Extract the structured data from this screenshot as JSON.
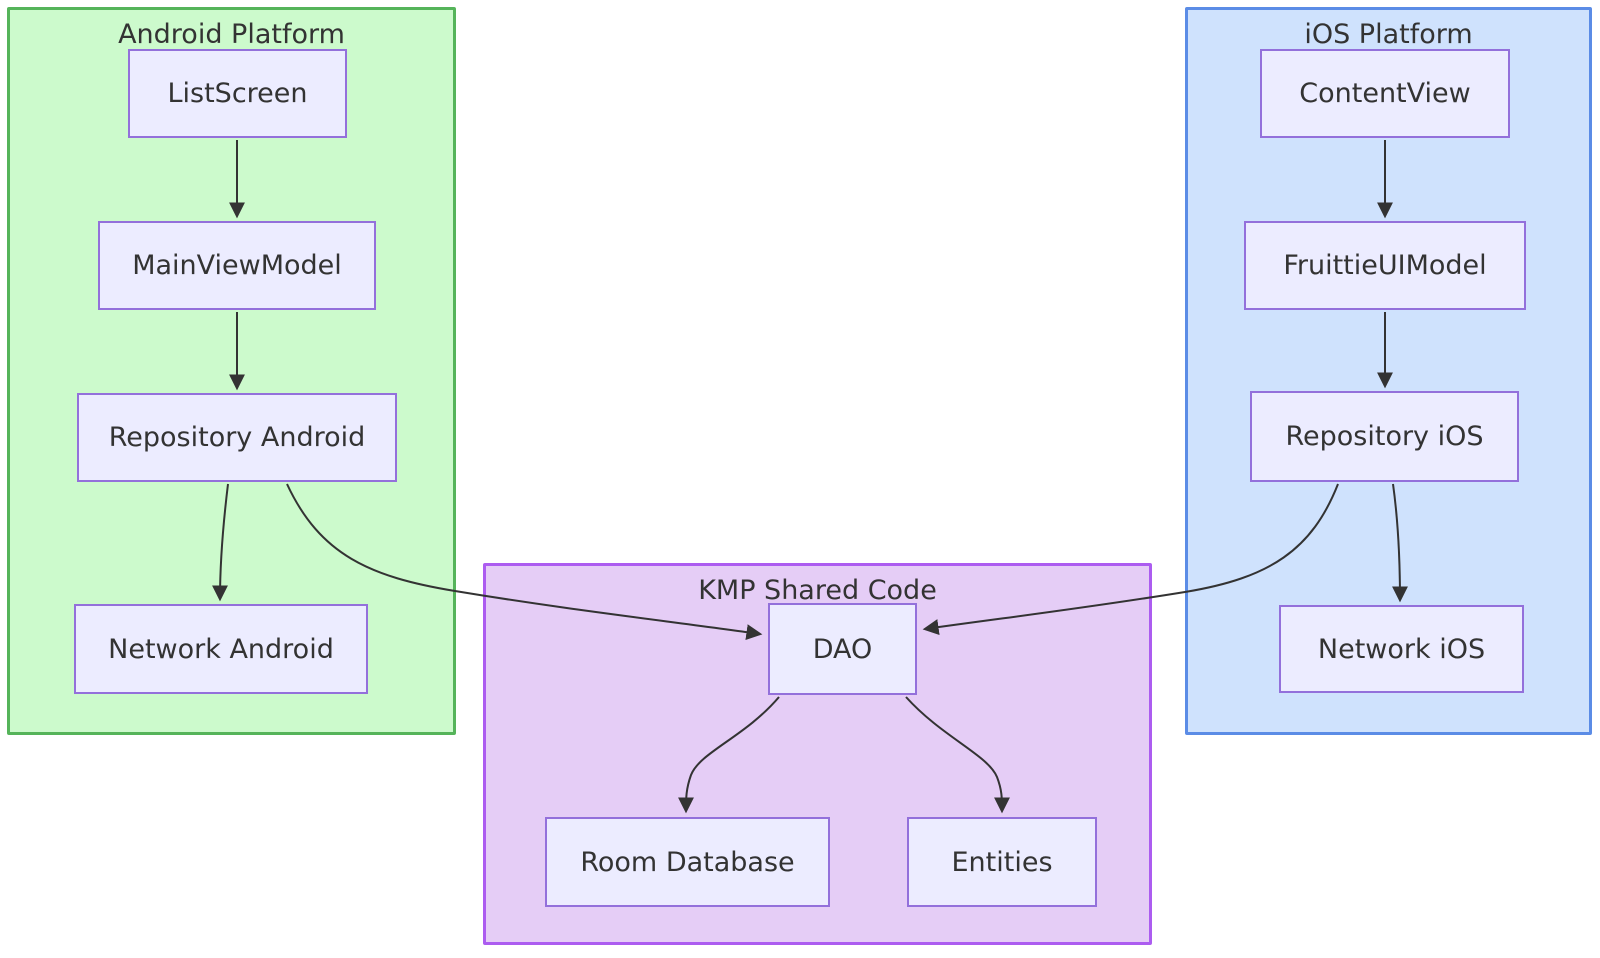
{
  "diagram": {
    "type": "flowchart",
    "groups": [
      {
        "id": "android",
        "title": "Android Platform",
        "fill": "#ccfacc",
        "stroke": "#55b45a",
        "nodes": [
          {
            "id": "listscreen",
            "label": "ListScreen"
          },
          {
            "id": "mainviewmodel",
            "label": "MainViewModel"
          },
          {
            "id": "repository-android",
            "label": "Repository Android"
          },
          {
            "id": "network-android",
            "label": "Network Android"
          }
        ]
      },
      {
        "id": "ios",
        "title": "iOS Platform",
        "fill": "#cfe2fd",
        "stroke": "#5b8ce6",
        "nodes": [
          {
            "id": "contentview",
            "label": "ContentView"
          },
          {
            "id": "fruittieuimodel",
            "label": "FruittieUIModel"
          },
          {
            "id": "repository-ios",
            "label": "Repository iOS"
          },
          {
            "id": "network-ios",
            "label": "Network iOS"
          }
        ]
      },
      {
        "id": "kmp",
        "title": "KMP Shared Code",
        "fill": "#e5cdf6",
        "stroke": "#ac5cf0",
        "nodes": [
          {
            "id": "dao",
            "label": "DAO"
          },
          {
            "id": "room-database",
            "label": "Room Database"
          },
          {
            "id": "entities",
            "label": "Entities"
          }
        ]
      }
    ],
    "edges": [
      {
        "from": "ListScreen",
        "to": "MainViewModel"
      },
      {
        "from": "MainViewModel",
        "to": "Repository Android"
      },
      {
        "from": "Repository Android",
        "to": "Network Android"
      },
      {
        "from": "Repository Android",
        "to": "DAO"
      },
      {
        "from": "ContentView",
        "to": "FruittieUIModel"
      },
      {
        "from": "FruittieUIModel",
        "to": "Repository iOS"
      },
      {
        "from": "Repository iOS",
        "to": "Network iOS"
      },
      {
        "from": "Repository iOS",
        "to": "DAO"
      },
      {
        "from": "DAO",
        "to": "Room Database"
      },
      {
        "from": "DAO",
        "to": "Entities"
      }
    ],
    "node_style": {
      "fill": "#ececff",
      "stroke": "#9370db",
      "text_color": "#333333"
    },
    "edge_color": "#333333",
    "background": "#ffffff"
  }
}
